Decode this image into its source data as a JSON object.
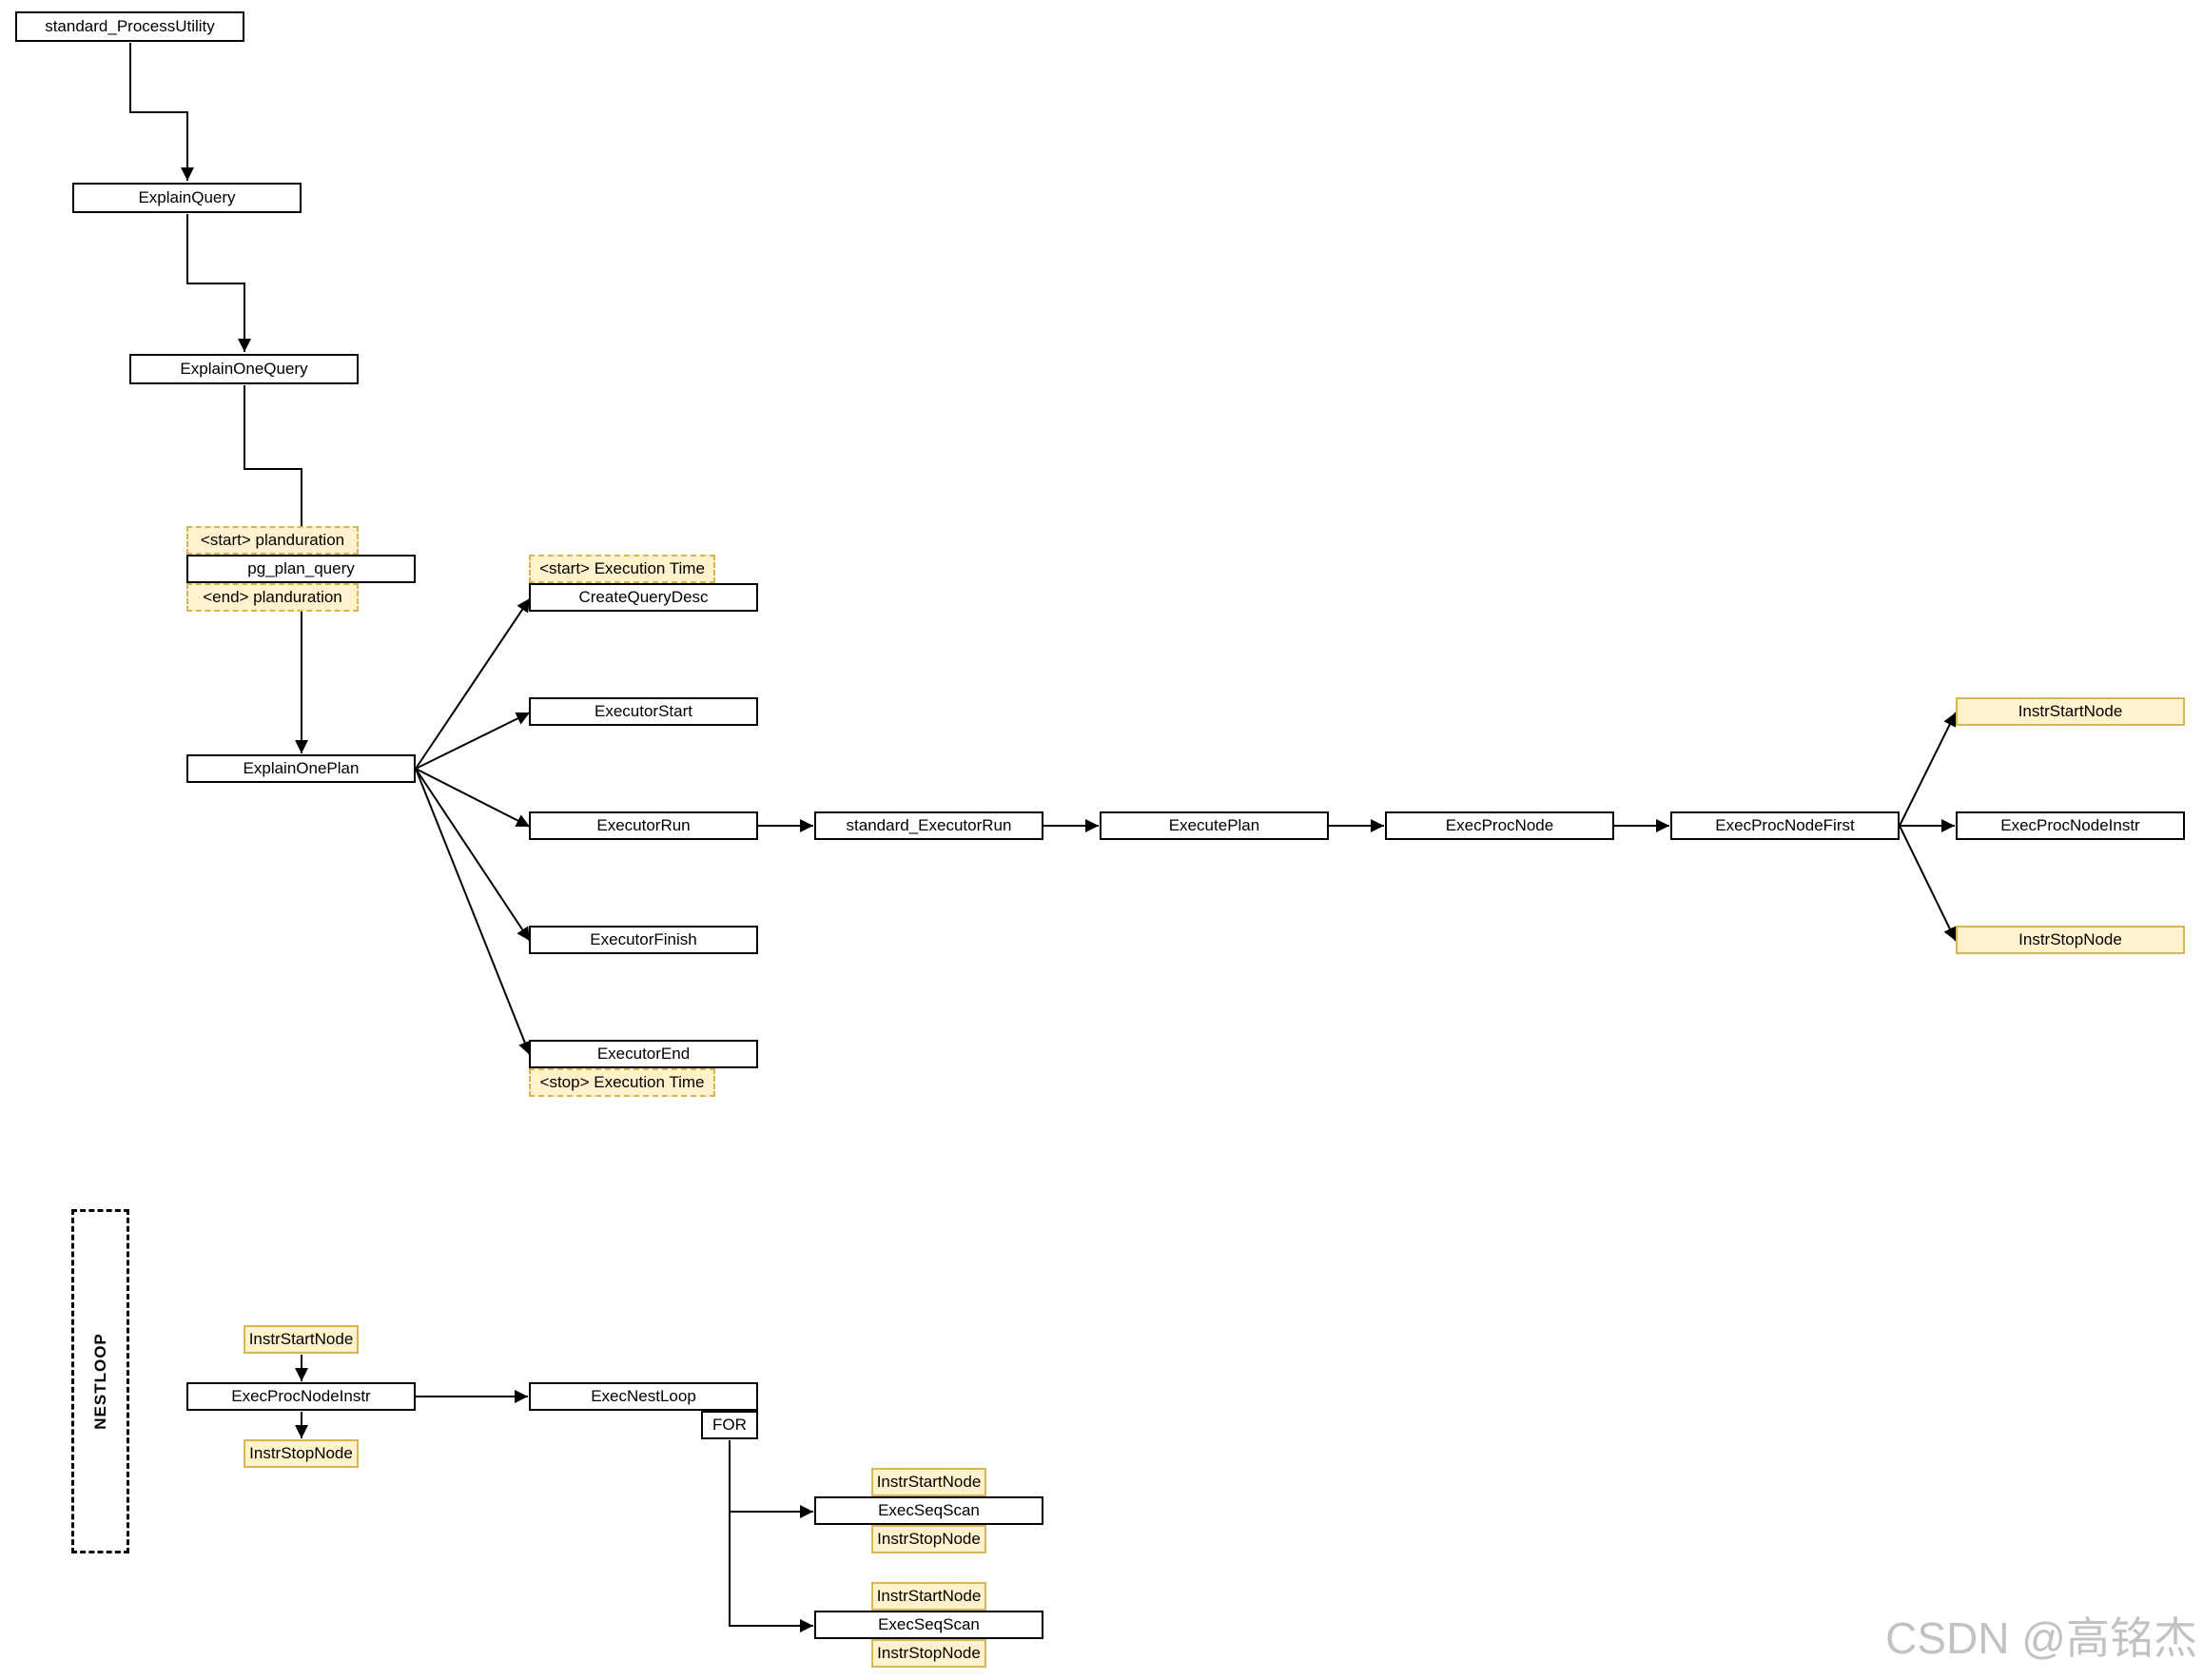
{
  "nodes": {
    "standard_processutility": "standard_ProcessUtility",
    "explainquery": "ExplainQuery",
    "explainonequery": "ExplainOneQuery",
    "pg_plan_query": "pg_plan_query",
    "explainoneplan": "ExplainOnePlan",
    "createquerydesc": "CreateQueryDesc",
    "executorstart": "ExecutorStart",
    "executorrun": "ExecutorRun",
    "executorfinish": "ExecutorFinish",
    "executorend": "ExecutorEnd",
    "standard_executorrun": "standard_ExecutorRun",
    "executeplan": "ExecutePlan",
    "execprocnode": "ExecProcNode",
    "execprocnodefirst": "ExecProcNodeFirst",
    "instrstartnode": "InstrStartNode",
    "execprocnodeinstr": "ExecProcNodeInstr",
    "instrstopnode": "InstrStopNode"
  },
  "tags": {
    "start_planduration": "<start> planduration",
    "end_planduration": "<end> planduration",
    "start_execution_time": "<start> Execution Time",
    "stop_execution_time": "<stop> Execution Time"
  },
  "nestloop": {
    "label": "NESTLOOP",
    "instrstartnode": "InstrStartNode",
    "execprocnodeinstr": "ExecProcNodeInstr",
    "instrstopnode": "InstrStopNode",
    "execnestloop": "ExecNestLoop",
    "for": "FOR",
    "scans": [
      {
        "start": "InstrStartNode",
        "scan": "ExecSeqScan",
        "stop": "InstrStopNode"
      },
      {
        "start": "InstrStartNode",
        "scan": "ExecSeqScan",
        "stop": "InstrStopNode"
      }
    ]
  },
  "watermark": "CSDN @高铭杰"
}
